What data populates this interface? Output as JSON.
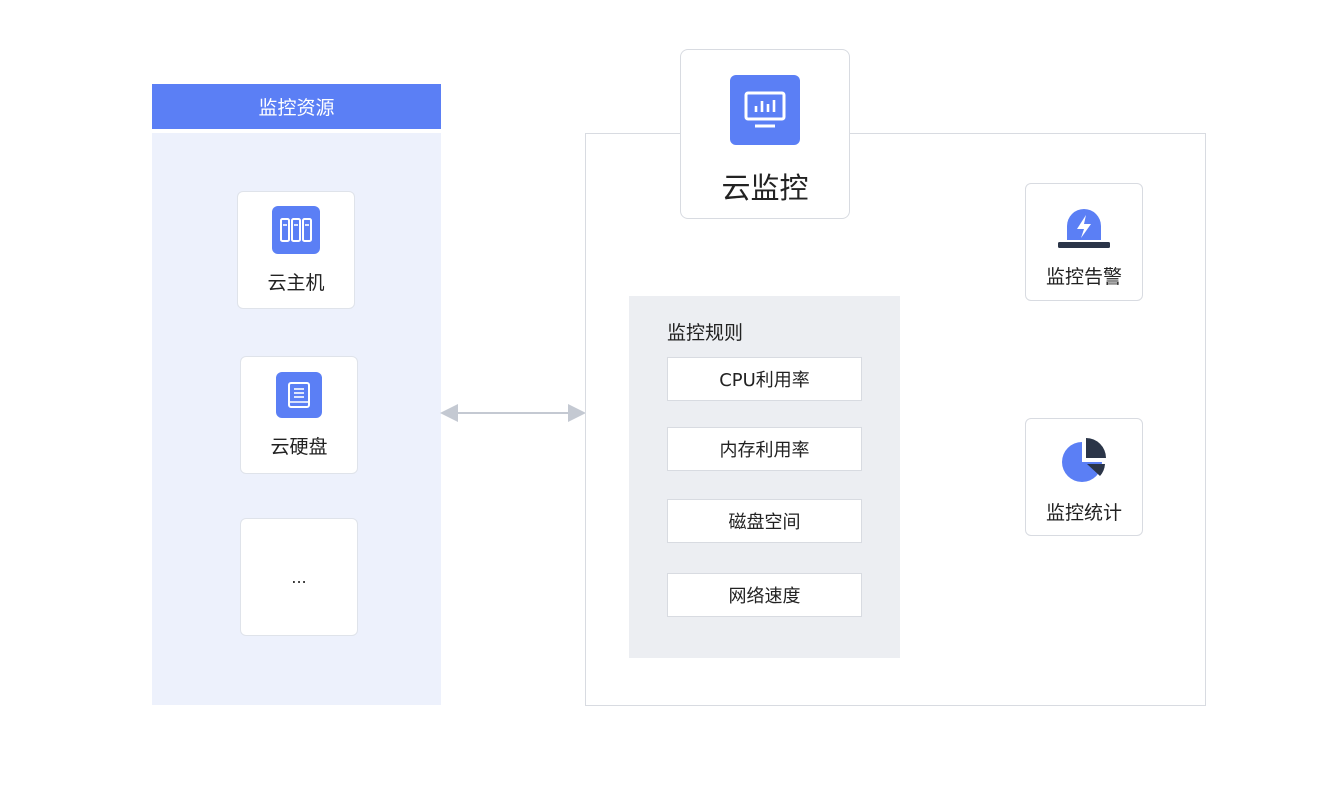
{
  "resources": {
    "header": "监控资源",
    "items": [
      {
        "label": "云主机",
        "icon": "server-icon"
      },
      {
        "label": "云硬盘",
        "icon": "disk-icon"
      },
      {
        "label": "...",
        "icon": ""
      }
    ]
  },
  "cloud_monitor": {
    "title": "云监控",
    "icon": "monitor-chart-icon"
  },
  "rules": {
    "title": "监控规则",
    "items": [
      "CPU利用率",
      "内存利用率",
      "磁盘空间",
      "网络速度"
    ]
  },
  "alarm": {
    "label": "监控告警",
    "icon": "alarm-siren-icon"
  },
  "statistics": {
    "label": "监控统计",
    "icon": "pie-chart-icon"
  },
  "colors": {
    "accent": "#5b7ff5",
    "panel_bg": "#edf1fc",
    "rules_bg": "#eceef2",
    "icon_dark": "#2b3548",
    "border": "#d8dbe1"
  }
}
